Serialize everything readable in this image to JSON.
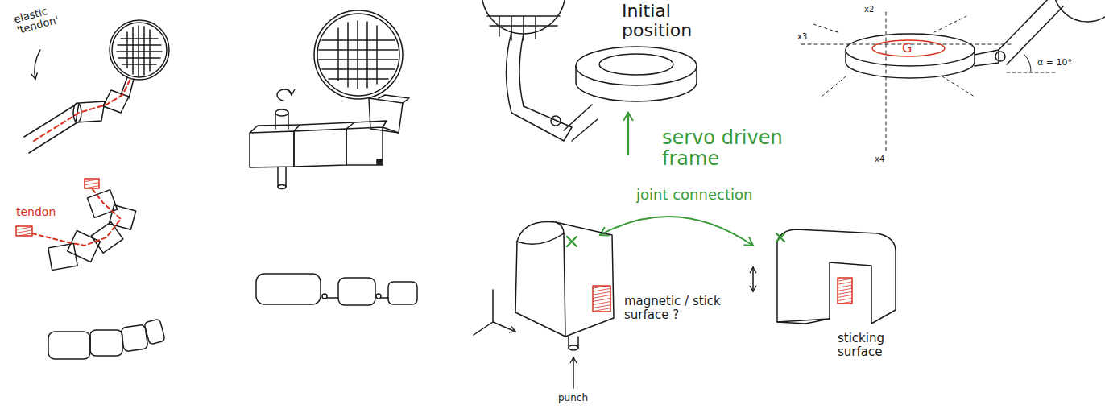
{
  "diagram": {
    "labels": [
      "elastic 'tendon'",
      "tendon",
      "Initial position",
      "servo driven frame",
      "x2",
      "x3",
      "x4",
      "G",
      "α = 10°",
      "joint connection",
      "magnetic / stick surface ?",
      "punch",
      "sticking surface"
    ]
  }
}
